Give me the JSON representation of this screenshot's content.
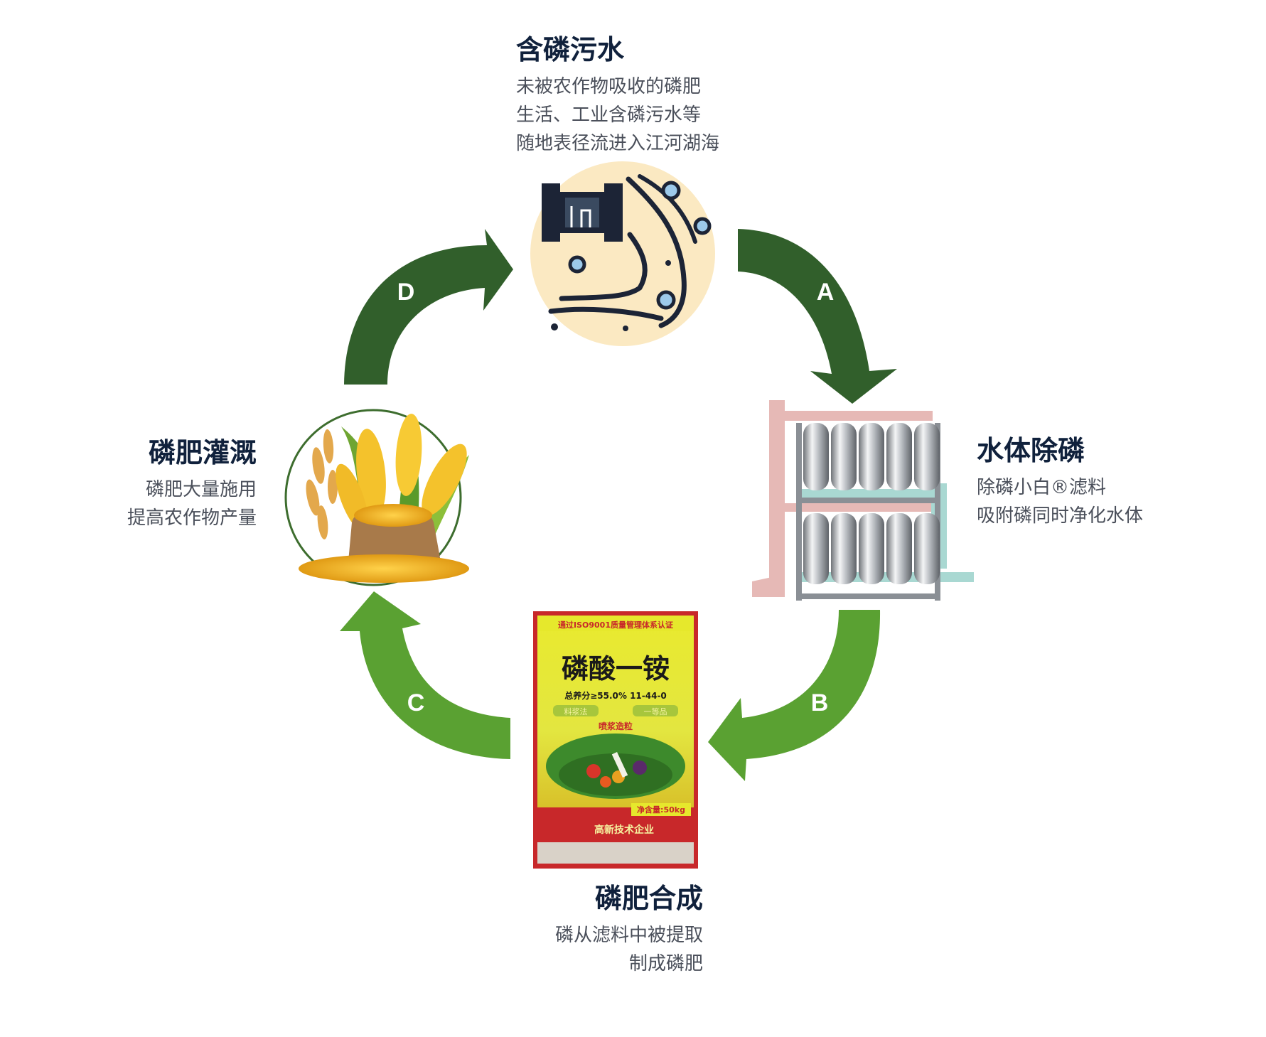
{
  "stages": [
    {
      "title": "含磷污水",
      "lines": [
        "未被农作物吸收的磷肥",
        "生活、工业含磷污水等",
        "随地表径流进入江河湖海"
      ]
    },
    {
      "title": "水体除磷",
      "lines": [
        "除磷小白®滤料",
        "吸附磷同时净化水体"
      ]
    },
    {
      "title": "磷肥合成",
      "lines": [
        "磷从滤料中被提取",
        "制成磷肥"
      ]
    },
    {
      "title": "磷肥灌溉",
      "lines": [
        "磷肥大量施用",
        "提高农作物产量"
      ]
    }
  ],
  "arrows": [
    {
      "label": "A",
      "color": "#315f2b"
    },
    {
      "label": "B",
      "color": "#5aa132"
    },
    {
      "label": "C",
      "color": "#5aa132"
    },
    {
      "label": "D",
      "color": "#315f2b"
    }
  ],
  "fertilizer_bag": {
    "certification": "通过ISO9001质量管理体系认证",
    "product": "磷酸一铵",
    "nutrient": "总养分≥55.0%  11-44-0",
    "badge_left": "料浆法",
    "badge_right": "一等品",
    "process": "喷浆造粒",
    "net_weight": "净含量:50kg",
    "enterprise": "高新技术企业"
  },
  "icons": {
    "sewage": "sewage-pipe-icon",
    "filter": "filter-tank-icon",
    "fertilizer": "fertilizer-bag-icon",
    "crops": "corn-wheat-icon"
  }
}
